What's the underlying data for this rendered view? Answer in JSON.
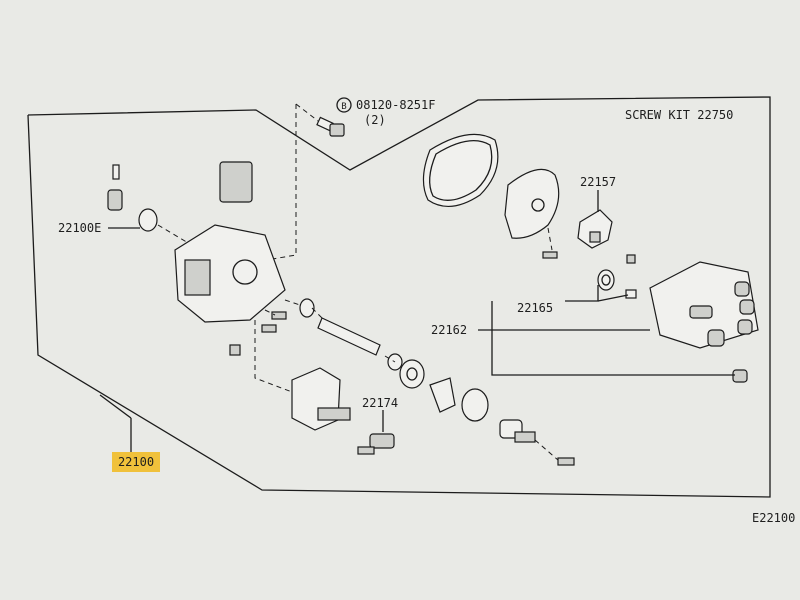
{
  "labels": {
    "screw_kit": "SCREW KIT 22750",
    "bolt_part": "08120-8251F",
    "bolt_qty": "(2)",
    "bolt_marker": "B",
    "p22157": "22157",
    "p22100e": "22100E",
    "p22165": "22165",
    "p22162": "22162",
    "p22174": "22174",
    "p22100": "22100",
    "figure_code": "E22100"
  },
  "colors": {
    "background": "#e9eae6",
    "ink": "#1c1c1c",
    "highlight": "#f0c13b"
  }
}
